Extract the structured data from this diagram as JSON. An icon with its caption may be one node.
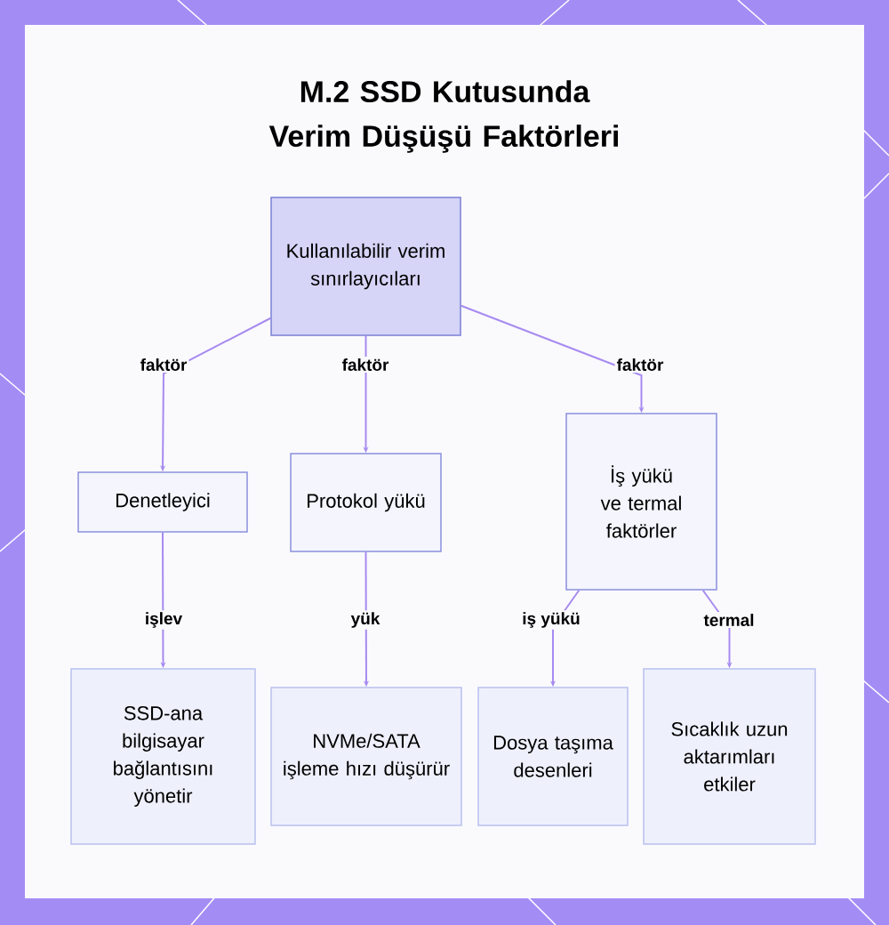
{
  "diagram": {
    "title": "M.2 SSD Kutusunda Verim Düşüşü Faktörleri",
    "nodes": [
      {
        "text": [
          "Kullanılabilir verim sınırlayıcıları"
        ]
      },
      {
        "text": [
          "Denetleyici"
        ]
      },
      {
        "text": [
          "Protokol yükü"
        ]
      },
      {
        "text": [
          "İş yükü ve termal faktörler"
        ]
      },
      {
        "text": [
          "SSD-ana bilgisayar bağlantısını yönetir"
        ]
      },
      {
        "text": [
          "NVMe/SATA işleme hızı düşürür"
        ]
      },
      {
        "text": [
          "Dosya taşıma desenleri"
        ]
      },
      {
        "text": [
          "Sıcaklık uzun aktarımları etkiler"
        ]
      }
    ],
    "edges": [
      {
        "from": 0,
        "to": 1,
        "arrow": "to",
        "label": "faktör"
      },
      {
        "from": 0,
        "to": 2,
        "arrow": "to",
        "label": "faktör"
      },
      {
        "from": 0,
        "to": 3,
        "arrow": "to",
        "label": "faktör"
      },
      {
        "from": 1,
        "to": 4,
        "arrow": "to",
        "label": "işlev"
      },
      {
        "from": 2,
        "to": 5,
        "arrow": "to",
        "label": "yük"
      },
      {
        "from": 3,
        "to": 6,
        "arrow": "to",
        "label": "iş yükü"
      },
      {
        "from": 3,
        "to": 7,
        "arrow": "to",
        "label": "termal"
      }
    ]
  }
}
